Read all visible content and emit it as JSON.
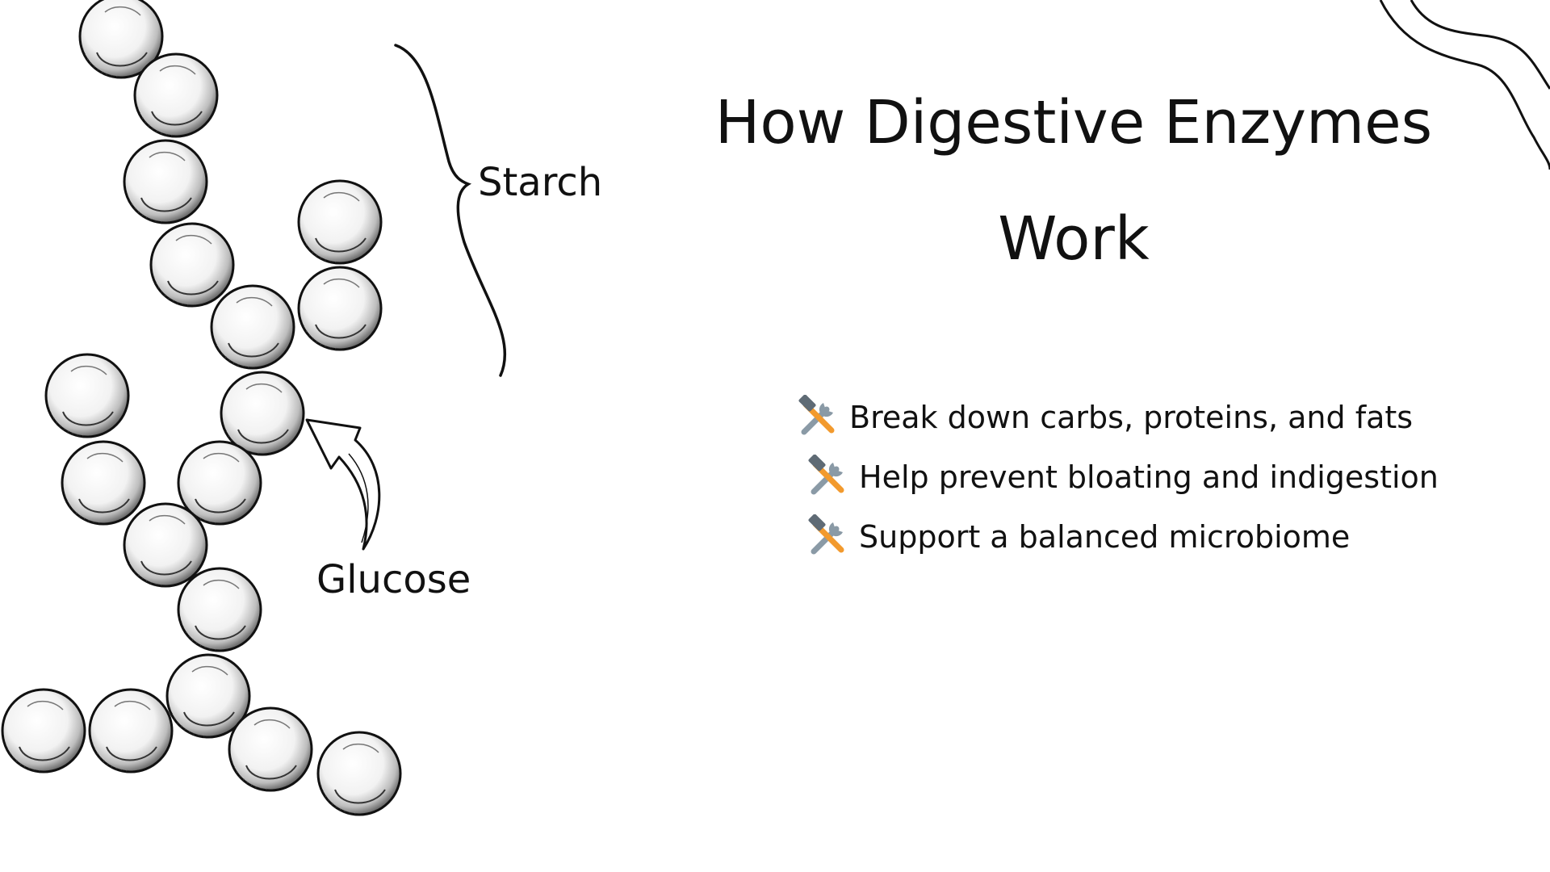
{
  "diagram": {
    "labels": {
      "starch": "Starch",
      "glucose": "Glucose"
    }
  },
  "slide": {
    "title": "How Digestive Enzymes Work",
    "benefits": [
      {
        "icon": "hammer-and-wrench-icon",
        "text": "Break down carbs, proteins, and fats"
      },
      {
        "icon": "hammer-and-wrench-icon",
        "text": "Help prevent bloating and indigestion"
      },
      {
        "icon": "hammer-and-wrench-icon",
        "text": "Support a balanced microbiome"
      }
    ]
  },
  "colors": {
    "ink": "#111111",
    "background": "#ffffff",
    "wrench": "#8a9aa6",
    "hammer-handle": "#f29a2e"
  }
}
